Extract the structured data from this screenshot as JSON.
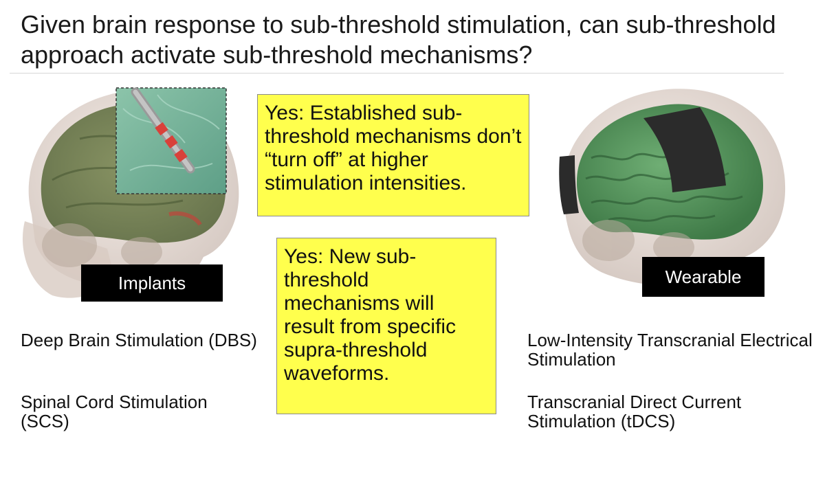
{
  "slide": {
    "title": "Given brain response to sub-threshold stimulation, can sub-threshold approach activate sub-threshold mechanisms?"
  },
  "left": {
    "tag": "Implants",
    "items": [
      "Deep Brain Stimulation (DBS)",
      "Spinal Cord Stimulation (SCS)"
    ]
  },
  "center": {
    "callout_1": "Yes: Established sub-threshold mechanisms don’t “turn off” at higher stimulation intensities.",
    "callout_2": "Yes: New sub-threshold mechanisms will result from specific supra-threshold waveforms."
  },
  "right": {
    "tag": "Wearable",
    "items": [
      "Low-Intensity Transcranial Electrical Stimulation",
      "Transcranial Direct Current Stimulation (tDCS)"
    ]
  },
  "colors": {
    "callout_fill": "#ffff4d",
    "tag_fill": "#000000",
    "brain_green": "#4f8a52"
  }
}
